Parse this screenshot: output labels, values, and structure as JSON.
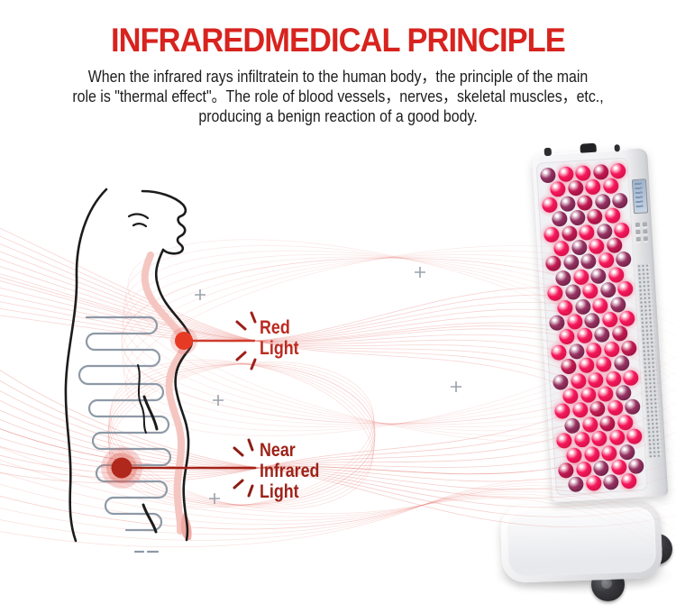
{
  "title": {
    "text": "INFRAREDMEDICAL PRINCIPLE",
    "color": "#d8231e"
  },
  "intro": {
    "lines": [
      "When the infrared rays infiltratein to the human body，the principle of the main",
      "role is \"thermal effect\"。The role of blood vessels，nerves，skeletal muscles，etc.,",
      "producing a benign reaction of a good body."
    ],
    "color": "#1d1d1d"
  },
  "annotations": {
    "red_light": {
      "line1": "Red",
      "line2": "Light",
      "color": "#bb2a20"
    },
    "near_infrared": {
      "line1": "Near",
      "line2": "Infrared",
      "line3": "Light",
      "color": "#9d2318"
    }
  },
  "illustration": {
    "wave_color": "#e4716a",
    "wave_color_dark": "#dd5f57",
    "body_line_color": "#1c1c1c",
    "skin_band_color": "#f4c3be",
    "intestine_color": "#8e99a6",
    "red_dot_color": "#e63a24",
    "red_pointer_color": "#cf3b2c",
    "nir_dot_color": "#b0281c",
    "nir_pointer_color": "#a42016",
    "plus_mark_color": "#9aa2ab"
  },
  "device": {
    "body_color": "#f4f4f6",
    "leds": {
      "rows": 22,
      "cols_even": 5,
      "cols_odd": 4,
      "bright": "#f6175b",
      "bright_edge": "#c90f45",
      "deep": "#c11a52",
      "deep_edge": "#8f0f3c",
      "dark": "#973263",
      "dark_edge": "#5f1e40"
    }
  }
}
